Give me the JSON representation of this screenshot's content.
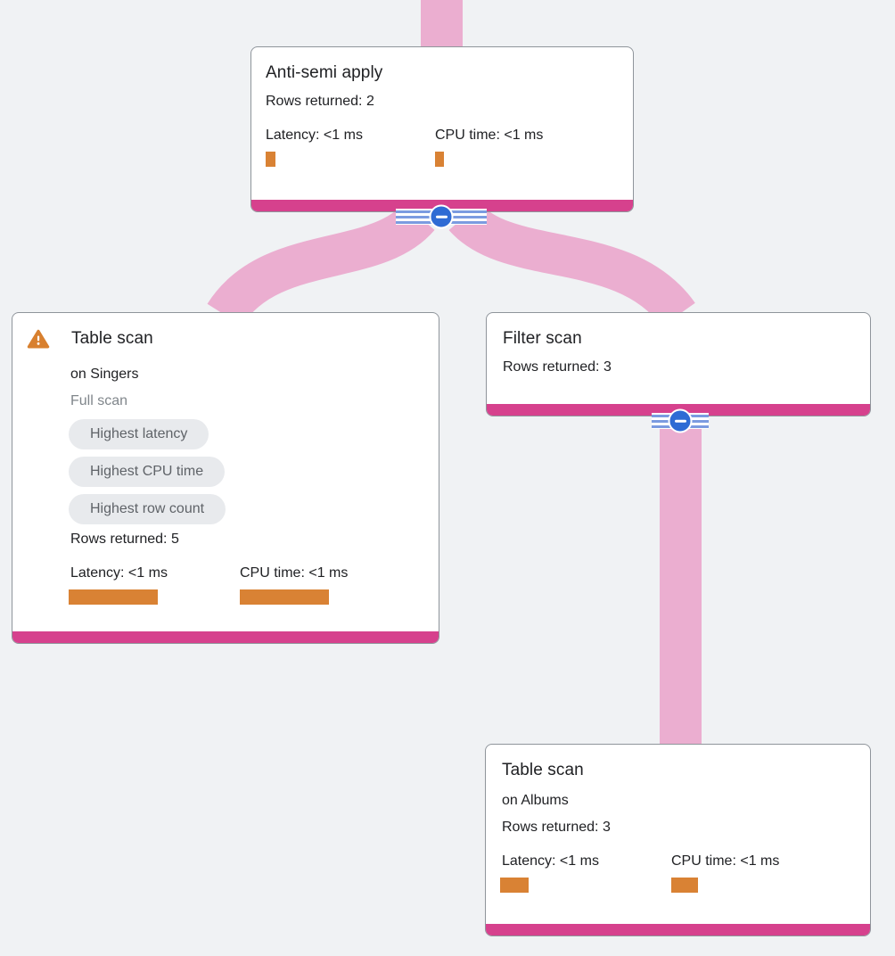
{
  "nodes": {
    "anti_semi": {
      "title": "Anti-semi apply",
      "rows": "Rows returned: 2",
      "latency": "Latency: <1 ms",
      "cpu": "CPU time: <1 ms"
    },
    "singers": {
      "title": "Table scan",
      "subtitle": "on Singers",
      "scan_type": "Full scan",
      "badges": [
        "Highest latency",
        "Highest CPU time",
        "Highest row count"
      ],
      "rows": "Rows returned: 5",
      "latency": "Latency: <1 ms",
      "cpu": "CPU time: <1 ms"
    },
    "filter": {
      "title": "Filter scan",
      "rows": "Rows returned: 3"
    },
    "albums": {
      "title": "Table scan",
      "subtitle": "on Albums",
      "rows": "Rows returned: 3",
      "latency": "Latency: <1 ms",
      "cpu": "CPU time: <1 ms"
    }
  },
  "icons": {
    "warning": "warning-triangle-icon",
    "collapse": "minus-in-circle-icon"
  },
  "colors": {
    "background": "#f0f2f4",
    "edge_pink": "#ebaed0",
    "accent_pink": "#d6418d",
    "bar_orange": "#d98234",
    "warning_orange": "#d8802f",
    "collapse_blue": "#2e6bd4",
    "stripe_blue": "#7b9be0",
    "badge_bg": "#e8eaed",
    "badge_text": "#5f6368",
    "muted_text": "#80868b",
    "text": "#202124",
    "card_border": "#8f959b"
  }
}
